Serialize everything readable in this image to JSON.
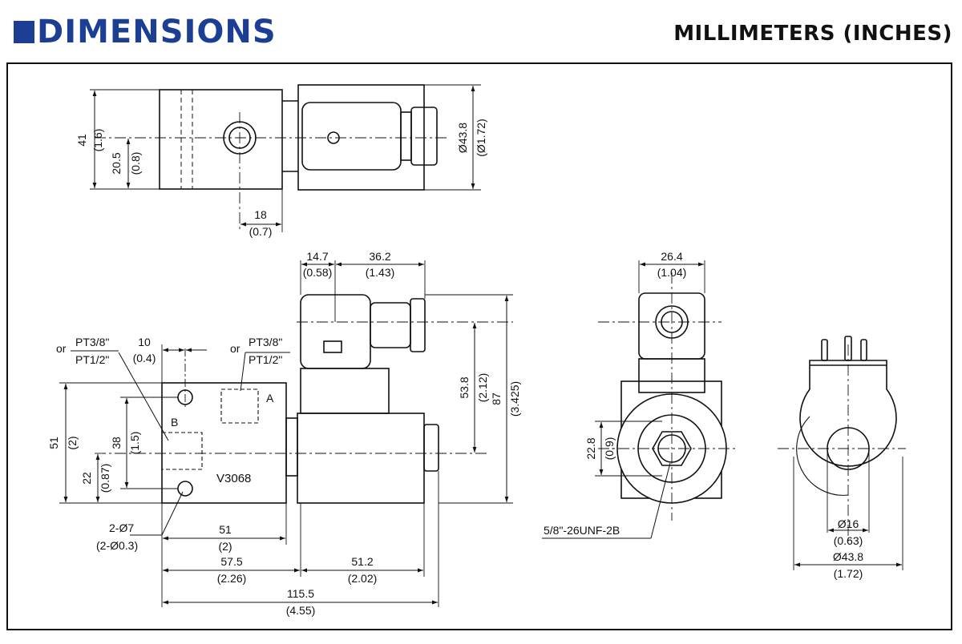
{
  "header": {
    "title": "DIMENSIONS",
    "units": "MILLIMETERS (INCHES)"
  },
  "top_view": {
    "d41": "41",
    "d41_in": "(1.6)",
    "d20_5": "20.5",
    "d20_5_in": "(0.8)",
    "d18": "18",
    "d18_in": "(0.7)",
    "d43_8": "Ø43.8",
    "d43_8_in": "(Ø1.72)"
  },
  "side_view": {
    "d14_7": "14.7",
    "d14_7_in": "(0.58)",
    "d36_2": "36.2",
    "d36_2_in": "(1.43)",
    "d10": "10",
    "d10_in": "(0.4)",
    "port_b_or": "or",
    "port_b_top": "PT3/8\"",
    "port_b_bot": "PT1/2\"",
    "port_a_or": "or",
    "port_a_top": "PT3/8\"",
    "port_a_bot": "PT1/2\"",
    "label_a": "A",
    "label_b": "B",
    "model": "V3068",
    "d51": "51",
    "d51_in": "(2)",
    "d38": "38",
    "d38_in": "(1.5)",
    "d22": "22",
    "d22_in": "(0.87)",
    "d53_8": "53.8",
    "d53_8_in": "(2.12)",
    "d87": "87",
    "d87_in": "(3.425)",
    "hole": "2-Ø7",
    "hole_in": "(2-Ø0.3)",
    "w51": "51",
    "w51_in": "(2)",
    "w57_5": "57.5",
    "w57_5_in": "(2.26)",
    "w51_2": "51.2",
    "w51_2_in": "(2.02)",
    "w115_5": "115.5",
    "w115_5_in": "(4.55)"
  },
  "end_view": {
    "d26_4": "26.4",
    "d26_4_in": "(1.04)",
    "d22_8": "22.8",
    "d22_8_in": "(0.9)",
    "thread": "5/8\"-26UNF-2B"
  },
  "coil_view": {
    "d16": "Ø16",
    "d16_in": "(0.63)",
    "d43_8": "Ø43.8",
    "d43_8_in": "(1.72)"
  }
}
